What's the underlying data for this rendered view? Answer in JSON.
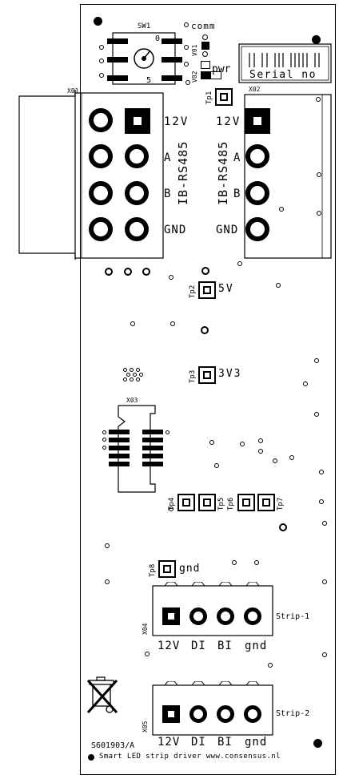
{
  "switch": {
    "ref": "SW1",
    "mark_top": "0",
    "mark_bottom": "5"
  },
  "leds": {
    "comm": "comm",
    "v01": "V01",
    "v02": "V02",
    "pwr": "pwr"
  },
  "serial": {
    "label": "Serial no"
  },
  "connectors": {
    "x01": {
      "ref": "X01",
      "bus": "IB-RS485"
    },
    "x02": {
      "ref": "X02",
      "bus": "IB-RS485"
    },
    "pins": [
      "12V",
      "A",
      "B",
      "GND"
    ]
  },
  "testpoints": {
    "tp1": "Tp1",
    "tp2": "Tp2",
    "tp3": "Tp3",
    "tp4": "Tp4",
    "tp5": "Tp5",
    "tp6": "Tp6",
    "tp7": "Tp7",
    "tp8": "Tp8",
    "v5": "5V",
    "v3v3": "3V3",
    "gnd": "gnd"
  },
  "x03": {
    "ref": "X03"
  },
  "strips": [
    {
      "ref": "X04",
      "label": "Strip-1",
      "pins": [
        "12V",
        "DI",
        "BI",
        "gnd"
      ]
    },
    {
      "ref": "X05",
      "label": "Strip-2",
      "pins": [
        "12V",
        "DI",
        "BI",
        "gnd"
      ]
    }
  ],
  "footer": {
    "part": "S601903/A",
    "tagline": "Smart LED strip driver www.consensus.nl"
  }
}
